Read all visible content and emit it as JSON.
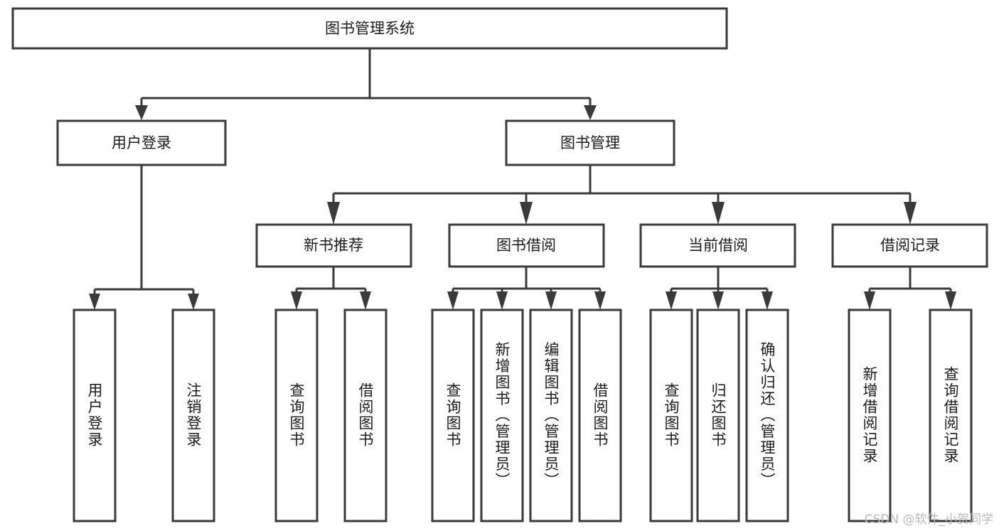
{
  "diagram": {
    "type": "tree-hierarchy-chart",
    "title": "图书管理系统",
    "background_color": "#ffffff",
    "line_color": "#3a3a3a",
    "box_fill": "#ffffff",
    "text_color": "#1b1b1b"
  },
  "nodes": {
    "root": {
      "label": "图书管理系统",
      "level": 1,
      "orientation": "horizontal"
    },
    "level2": [
      {
        "id": "user-login",
        "label": "用户登录",
        "orientation": "horizontal"
      },
      {
        "id": "book-management",
        "label": "图书管理",
        "orientation": "horizontal"
      }
    ],
    "level3": [
      {
        "id": "new-book-recommend",
        "label": "新书推荐",
        "orientation": "horizontal"
      },
      {
        "id": "book-borrow",
        "label": "图书借阅",
        "orientation": "horizontal"
      },
      {
        "id": "current-borrow",
        "label": "当前借阅",
        "orientation": "horizontal"
      },
      {
        "id": "borrow-record",
        "label": "借阅记录",
        "orientation": "horizontal"
      }
    ],
    "leaves": {
      "user-login": [
        {
          "id": "leaf-user-login",
          "label": "用户登录",
          "orientation": "vertical"
        },
        {
          "id": "leaf-logout",
          "label": "注销登录",
          "orientation": "vertical"
        }
      ],
      "new-book-recommend": [
        {
          "id": "leaf-query-book-1",
          "label": "查询图书",
          "orientation": "vertical"
        },
        {
          "id": "leaf-borrow-book-1",
          "label": "借阅图书",
          "orientation": "vertical"
        }
      ],
      "book-borrow": [
        {
          "id": "leaf-query-book-2",
          "label": "查询图书",
          "orientation": "vertical"
        },
        {
          "id": "leaf-add-book",
          "label": "新增图书（管理员）",
          "orientation": "vertical"
        },
        {
          "id": "leaf-edit-book",
          "label": "编辑图书（管理员）",
          "orientation": "vertical"
        },
        {
          "id": "leaf-borrow-book-2",
          "label": "借阅图书",
          "orientation": "vertical"
        }
      ],
      "current-borrow": [
        {
          "id": "leaf-query-book-3",
          "label": "查询图书",
          "orientation": "vertical"
        },
        {
          "id": "leaf-return-book",
          "label": "归还图书",
          "orientation": "vertical"
        },
        {
          "id": "leaf-confirm-return",
          "label": "确认归还（管理员）",
          "orientation": "vertical"
        }
      ],
      "borrow-record": [
        {
          "id": "leaf-add-record",
          "label": "新增借阅记录",
          "orientation": "vertical"
        },
        {
          "id": "leaf-query-record",
          "label": "查询借阅记录",
          "orientation": "vertical"
        }
      ]
    }
  },
  "watermark": {
    "text": "CSDN @软件_小贺同学"
  }
}
